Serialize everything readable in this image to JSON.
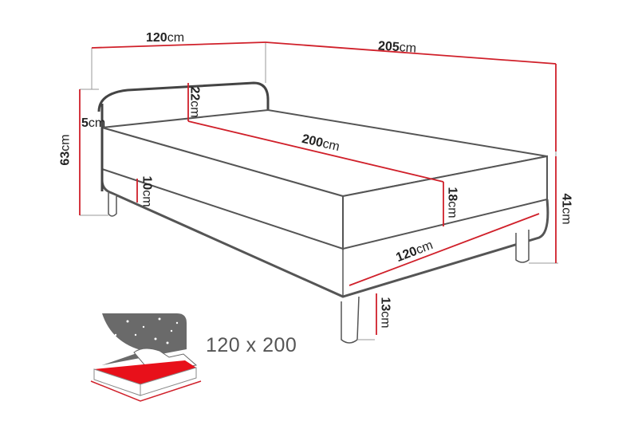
{
  "diagram": {
    "type": "product-dimension-drawing",
    "subject": "single bed with headboard",
    "dimensions": {
      "headboard_width": {
        "value": "120",
        "unit": "cm"
      },
      "total_length": {
        "value": "205",
        "unit": "cm"
      },
      "headboard_thickness": {
        "value": "5",
        "unit": "cm"
      },
      "total_height": {
        "value": "63",
        "unit": "cm"
      },
      "headboard_above_mattress": {
        "value": "22",
        "unit": "cm"
      },
      "mattress_length": {
        "value": "200",
        "unit": "cm"
      },
      "base_height": {
        "value": "10",
        "unit": "cm"
      },
      "mattress_height": {
        "value": "18",
        "unit": "cm"
      },
      "bed_height": {
        "value": "41",
        "unit": "cm"
      },
      "bed_width": {
        "value": "120",
        "unit": "cm"
      },
      "leg_height": {
        "value": "13",
        "unit": "cm"
      }
    },
    "badge": {
      "size_text": "120 x 200"
    },
    "colors": {
      "dimension_line": "#d0202a",
      "outline": "#444444",
      "accent_red": "#e8101a",
      "night_gray": "#6a6a6a"
    }
  }
}
